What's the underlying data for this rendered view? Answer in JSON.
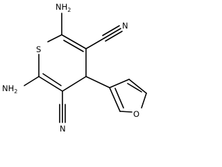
{
  "molecule": {
    "atoms": {
      "amino_top": "NH",
      "amino_top_sub": "2",
      "amino_bottom": "NH",
      "amino_bottom_sub": "2",
      "ring_sulfur": "S",
      "furan_oxygen": "O",
      "nitrile_top_n": "N",
      "nitrile_bottom_n": "N"
    },
    "colors": {
      "bond": "#000000",
      "label": "#000000",
      "background": "#ffffff"
    }
  }
}
